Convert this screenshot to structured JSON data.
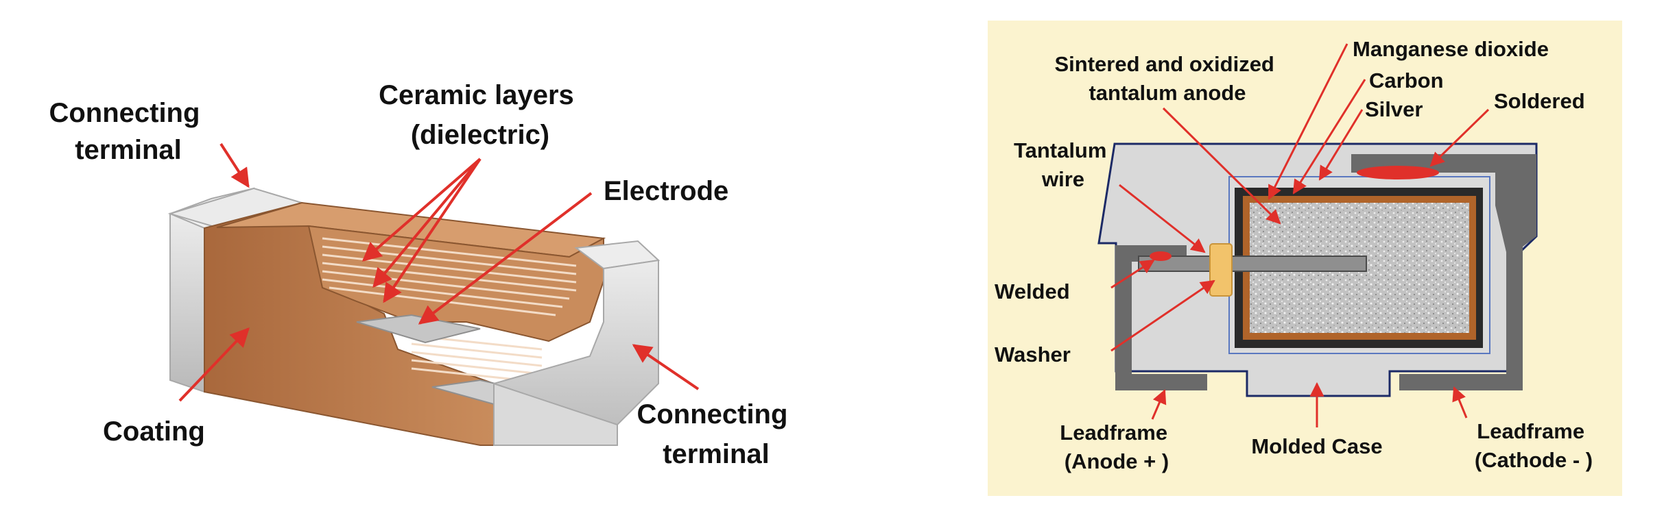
{
  "colors": {
    "arrow": "#e0302a",
    "label": "#111111",
    "right_panel_bg": "#fbf3cf",
    "ceramic": "#c98c5c",
    "ceramic_dark": "#a9683c",
    "terminal": "#cfcfcf",
    "tantalum_anode": "#bdbdbd",
    "manganese": "#b0642a",
    "washer": "#f2c36b",
    "leadframe": "#6a6a6a",
    "case": "#d9d9d9"
  },
  "left_diagram": {
    "subject": "multilayer ceramic capacitor cutaway",
    "labels": {
      "connecting_terminal_top_l1": "Connecting",
      "connecting_terminal_top_l2": "terminal",
      "ceramic_layers_l1": "Ceramic layers",
      "ceramic_layers_l2": "(dielectric)",
      "electrode": "Electrode",
      "coating": "Coating",
      "connecting_terminal_bottom_l1": "Connecting",
      "connecting_terminal_bottom_l2": "terminal"
    }
  },
  "right_diagram": {
    "subject": "tantalum capacitor cross-section",
    "labels": {
      "sintered_l1": "Sintered and oxidized",
      "sintered_l2": "tantalum anode",
      "manganese": "Manganese dioxide",
      "carbon": "Carbon",
      "silver": "Silver",
      "soldered": "Soldered",
      "tantalum_wire_l1": "Tantalum",
      "tantalum_wire_l2": "wire",
      "welded": "Welded",
      "washer": "Washer",
      "leadframe_anode_l1": "Leadframe",
      "leadframe_anode_l2": "(Anode + )",
      "molded_case": "Molded Case",
      "leadframe_cathode_l1": "Leadframe",
      "leadframe_cathode_l2": "(Cathode - )"
    }
  }
}
